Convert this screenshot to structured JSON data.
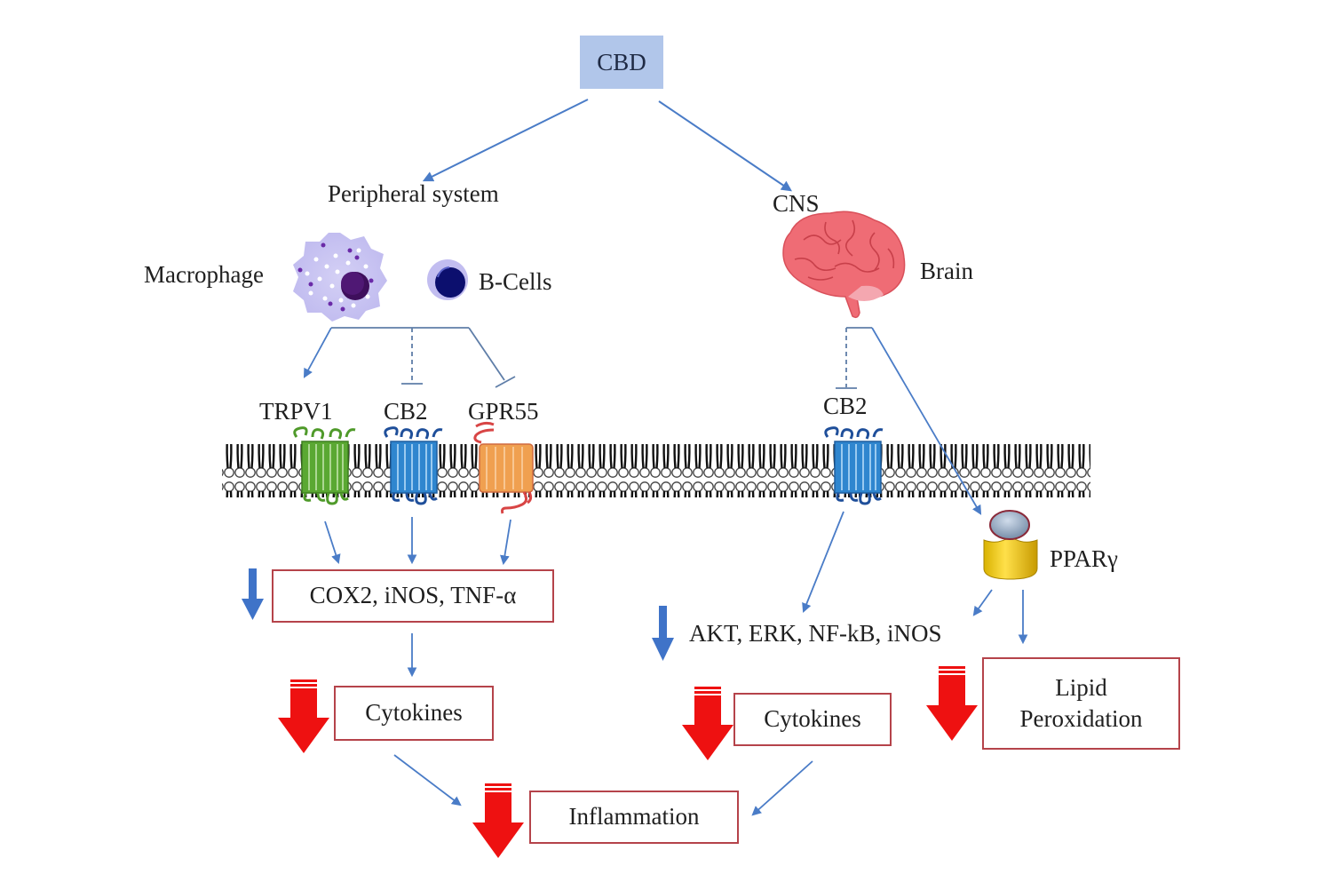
{
  "title_node": {
    "label": "CBD",
    "color": "#b1c6ea"
  },
  "branches": {
    "peripheral": {
      "label": "Peripheral system",
      "cells": [
        {
          "label": "Macrophage",
          "icon": "macrophage-cell-icon"
        },
        {
          "label": "B-Cells",
          "icon": "b-cell-icon"
        }
      ],
      "receptors": [
        {
          "label": "TRPV1",
          "color": "#5aa832",
          "relation": "activation"
        },
        {
          "label": "CB2",
          "color": "#2f86cf",
          "relation": "inhibition"
        },
        {
          "label": "GPR55",
          "color": "#f0a050",
          "relation": "inhibition"
        }
      ],
      "mediators_box": "COX2, iNOS, TNF-α",
      "cytokines_box": "Cytokines"
    },
    "cns": {
      "label": "CNS",
      "organ_label": "Brain",
      "receptor": {
        "label": "CB2",
        "color": "#2f86cf",
        "relation": "inhibition"
      },
      "nuclear_receptor": {
        "label": "PPARγ",
        "icon": "ppar-gamma-icon"
      },
      "mediators_text": "AKT, ERK, NF-kB, iNOS",
      "cytokines_box": "Cytokines",
      "lipid_box_line1": "Lipid",
      "lipid_box_line2": "Peroxidation"
    }
  },
  "outcome_box": "Inflammation",
  "colors": {
    "arrow_blue": "#4a7cc7",
    "decrease_red": "#ee1111",
    "box_border": "#b5434a",
    "membrane": "#333333"
  }
}
